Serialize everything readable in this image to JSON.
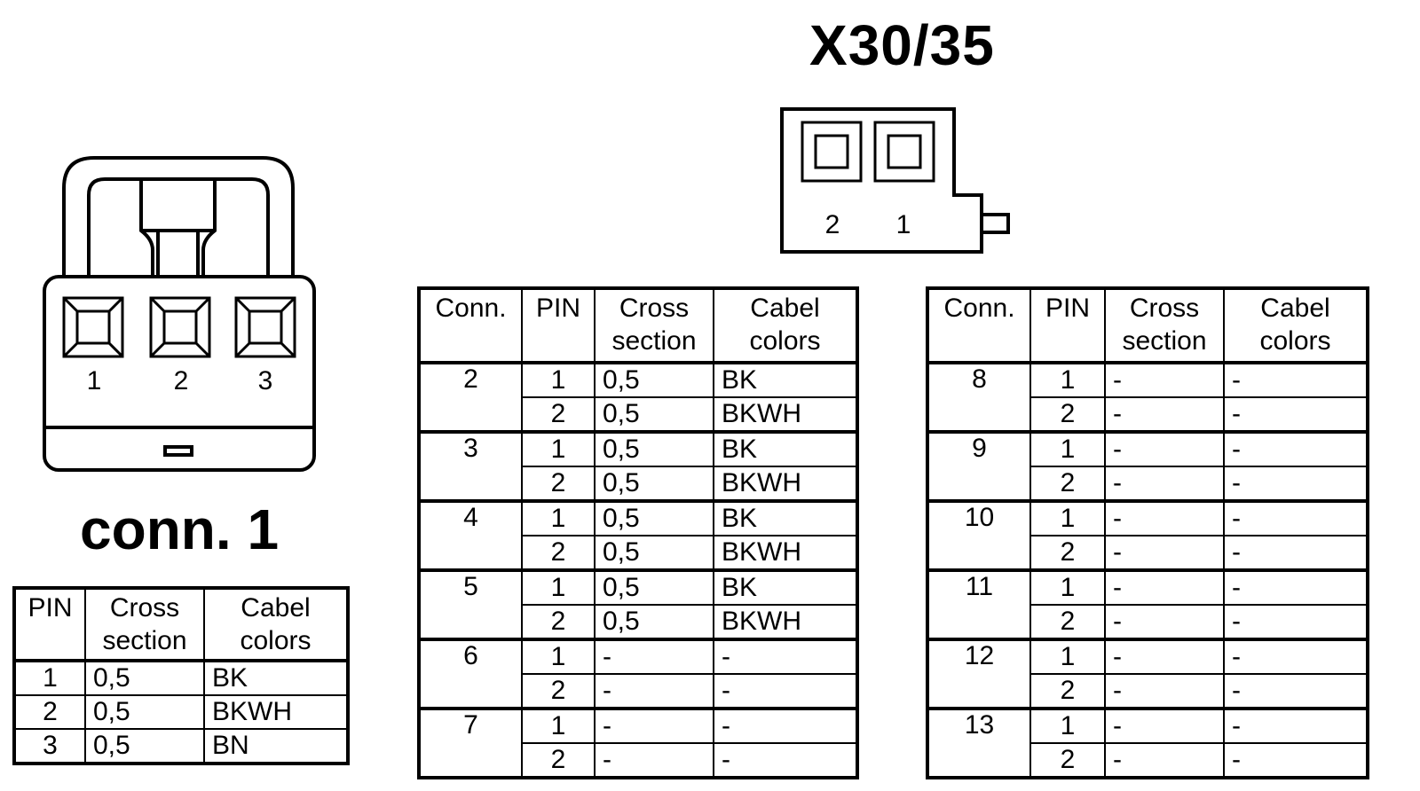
{
  "x3035": {
    "title": "X30/35",
    "pin_labels": [
      "2",
      "1"
    ]
  },
  "conn1": {
    "title": "conn. 1",
    "pin_labels": [
      "1",
      "2",
      "3"
    ],
    "table": {
      "headers": [
        "PIN",
        "Cross\nsection",
        "Cabel\ncolors"
      ],
      "rows": [
        {
          "pin": "1",
          "cross": "0,5",
          "color": "BK"
        },
        {
          "pin": "2",
          "cross": "0,5",
          "color": "BKWH"
        },
        {
          "pin": "3",
          "cross": "0,5",
          "color": "BN"
        }
      ]
    }
  },
  "x_table_headers": [
    "Conn.",
    "PIN",
    "Cross\nsection",
    "Cabel\ncolors"
  ],
  "mid_table": [
    {
      "conn": "2",
      "pins": [
        {
          "pin": "1",
          "cross": "0,5",
          "color": "BK"
        },
        {
          "pin": "2",
          "cross": "0,5",
          "color": "BKWH"
        }
      ]
    },
    {
      "conn": "3",
      "pins": [
        {
          "pin": "1",
          "cross": "0,5",
          "color": "BK"
        },
        {
          "pin": "2",
          "cross": "0,5",
          "color": "BKWH"
        }
      ]
    },
    {
      "conn": "4",
      "pins": [
        {
          "pin": "1",
          "cross": "0,5",
          "color": "BK"
        },
        {
          "pin": "2",
          "cross": "0,5",
          "color": "BKWH"
        }
      ]
    },
    {
      "conn": "5",
      "pins": [
        {
          "pin": "1",
          "cross": "0,5",
          "color": "BK"
        },
        {
          "pin": "2",
          "cross": "0,5",
          "color": "BKWH"
        }
      ]
    },
    {
      "conn": "6",
      "pins": [
        {
          "pin": "1",
          "cross": "-",
          "color": "-"
        },
        {
          "pin": "2",
          "cross": "-",
          "color": "-"
        }
      ]
    },
    {
      "conn": "7",
      "pins": [
        {
          "pin": "1",
          "cross": "-",
          "color": "-"
        },
        {
          "pin": "2",
          "cross": "-",
          "color": "-"
        }
      ]
    }
  ],
  "right_table": [
    {
      "conn": "8",
      "pins": [
        {
          "pin": "1",
          "cross": "-",
          "color": "-"
        },
        {
          "pin": "2",
          "cross": "-",
          "color": "-"
        }
      ]
    },
    {
      "conn": "9",
      "pins": [
        {
          "pin": "1",
          "cross": "-",
          "color": "-"
        },
        {
          "pin": "2",
          "cross": "-",
          "color": "-"
        }
      ]
    },
    {
      "conn": "10",
      "pins": [
        {
          "pin": "1",
          "cross": "-",
          "color": "-"
        },
        {
          "pin": "2",
          "cross": "-",
          "color": "-"
        }
      ]
    },
    {
      "conn": "11",
      "pins": [
        {
          "pin": "1",
          "cross": "-",
          "color": "-"
        },
        {
          "pin": "2",
          "cross": "-",
          "color": "-"
        }
      ]
    },
    {
      "conn": "12",
      "pins": [
        {
          "pin": "1",
          "cross": "-",
          "color": "-"
        },
        {
          "pin": "2",
          "cross": "-",
          "color": "-"
        }
      ]
    },
    {
      "conn": "13",
      "pins": [
        {
          "pin": "1",
          "cross": "-",
          "color": "-"
        },
        {
          "pin": "2",
          "cross": "-",
          "color": "-"
        }
      ]
    }
  ]
}
